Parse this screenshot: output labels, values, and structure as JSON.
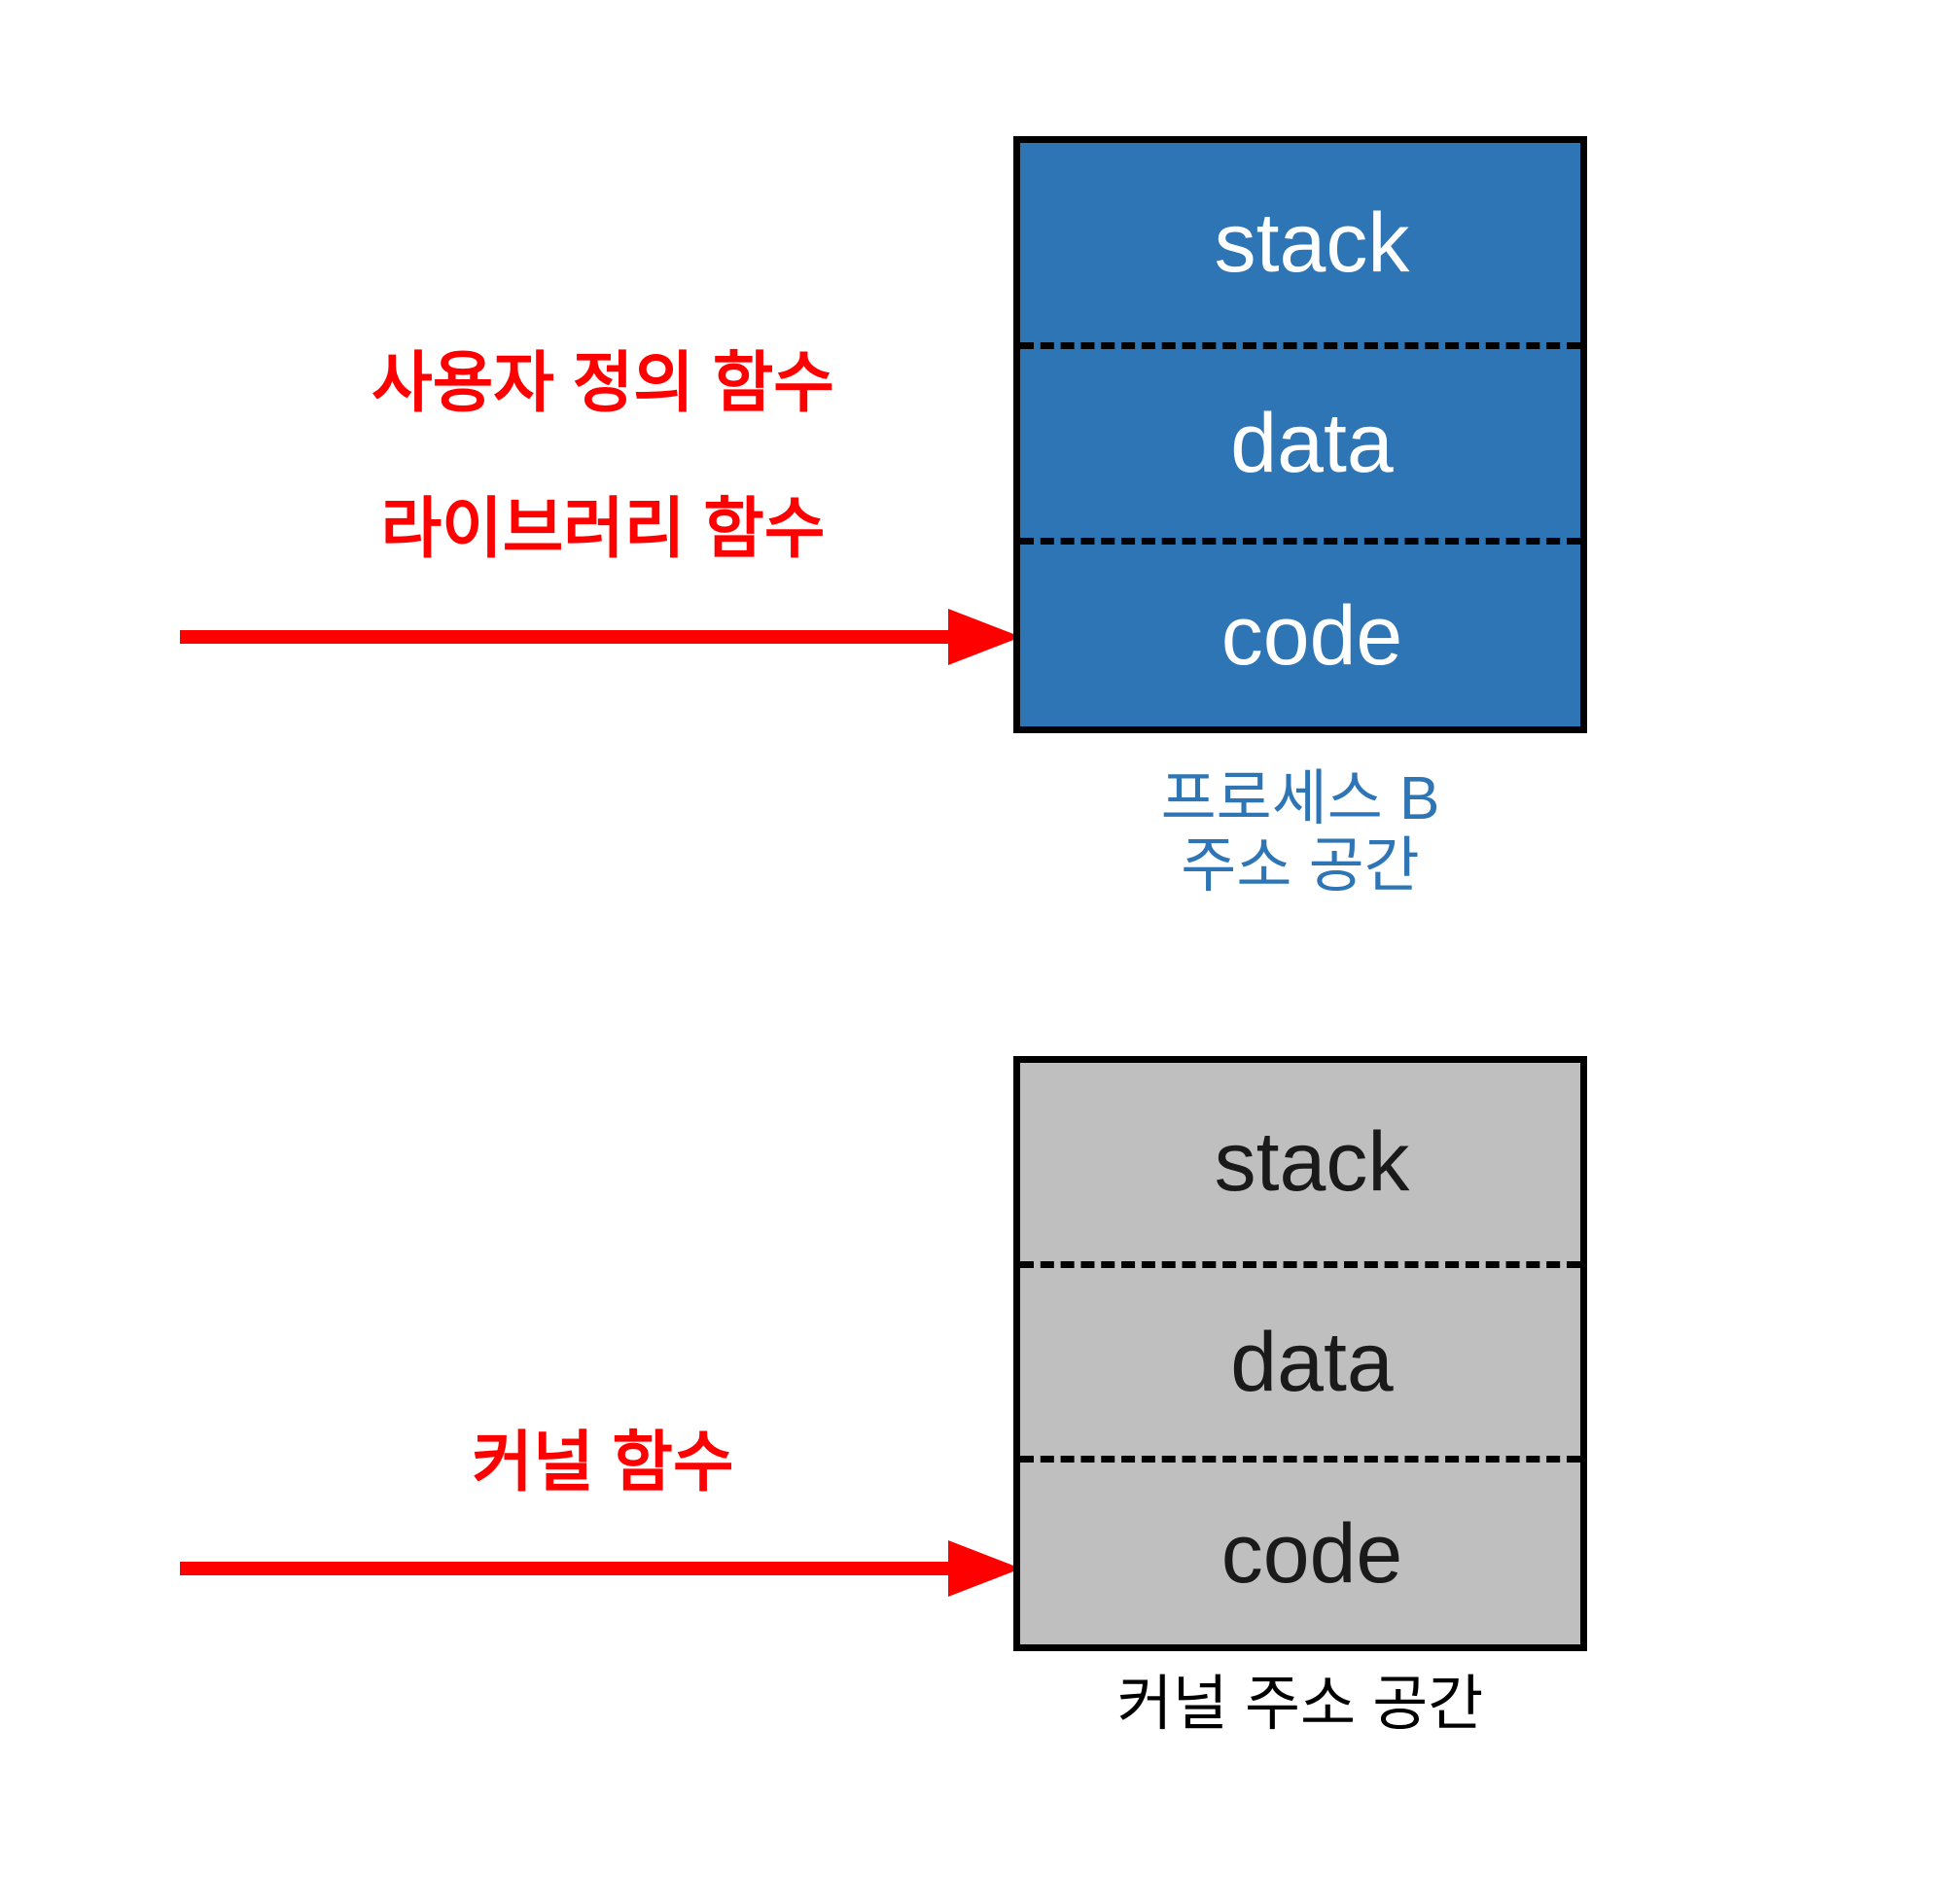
{
  "diagram": {
    "title": "User/library functions vs kernel functions address-space diagram",
    "colors": {
      "process_fill": "#2E75B6",
      "kernel_fill": "#BFBFBF",
      "annotation": "#FF0000",
      "border": "#000000",
      "process_caption_text": "#2E75B6",
      "kernel_caption_text": "#000000",
      "process_segment_text": "#FFFFFF",
      "kernel_segment_text": "#1A1A1A",
      "background": "#FFFFFF"
    }
  },
  "process_block": {
    "segments": [
      {
        "label": "stack"
      },
      {
        "label": "data"
      },
      {
        "label": "code"
      }
    ],
    "caption_line1": "프로세스 B",
    "caption_line2": "주소 공간"
  },
  "kernel_block": {
    "segments": [
      {
        "label": "stack"
      },
      {
        "label": "data"
      },
      {
        "label": "code"
      }
    ],
    "caption_line1": "커널 주소 공간"
  },
  "annotations": {
    "upper_line1": "사용자 정의 함수",
    "upper_line2": "라이브러리 함수",
    "lower_line1": "커널 함수",
    "upper_arrow_name": "red-arrow-to-process-code",
    "lower_arrow_name": "red-arrow-to-kernel-code"
  }
}
